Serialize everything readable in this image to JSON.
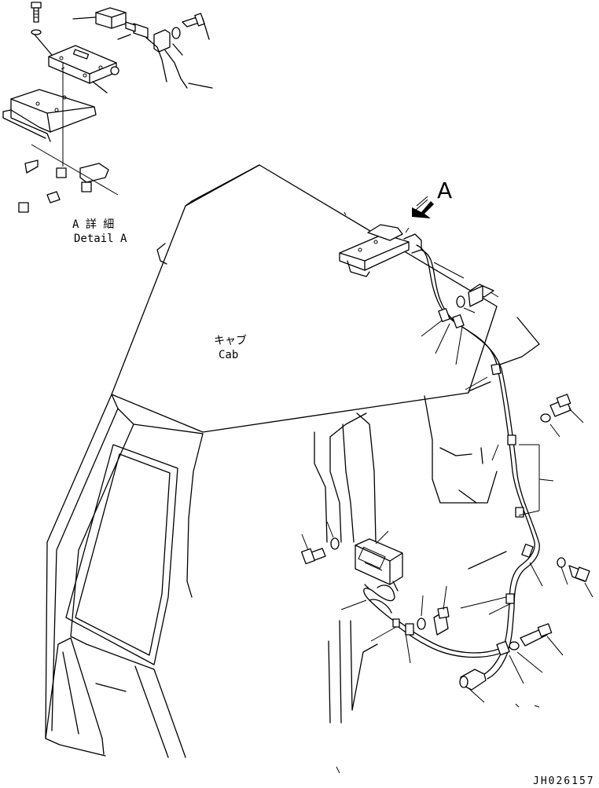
{
  "labels": {
    "view_a": "A",
    "detail_a_jp": "A 詳 細",
    "detail_a_en": "Detail A",
    "cab_jp": "キャブ",
    "cab_en": "Cab",
    "drawing_number": "JH026157"
  }
}
